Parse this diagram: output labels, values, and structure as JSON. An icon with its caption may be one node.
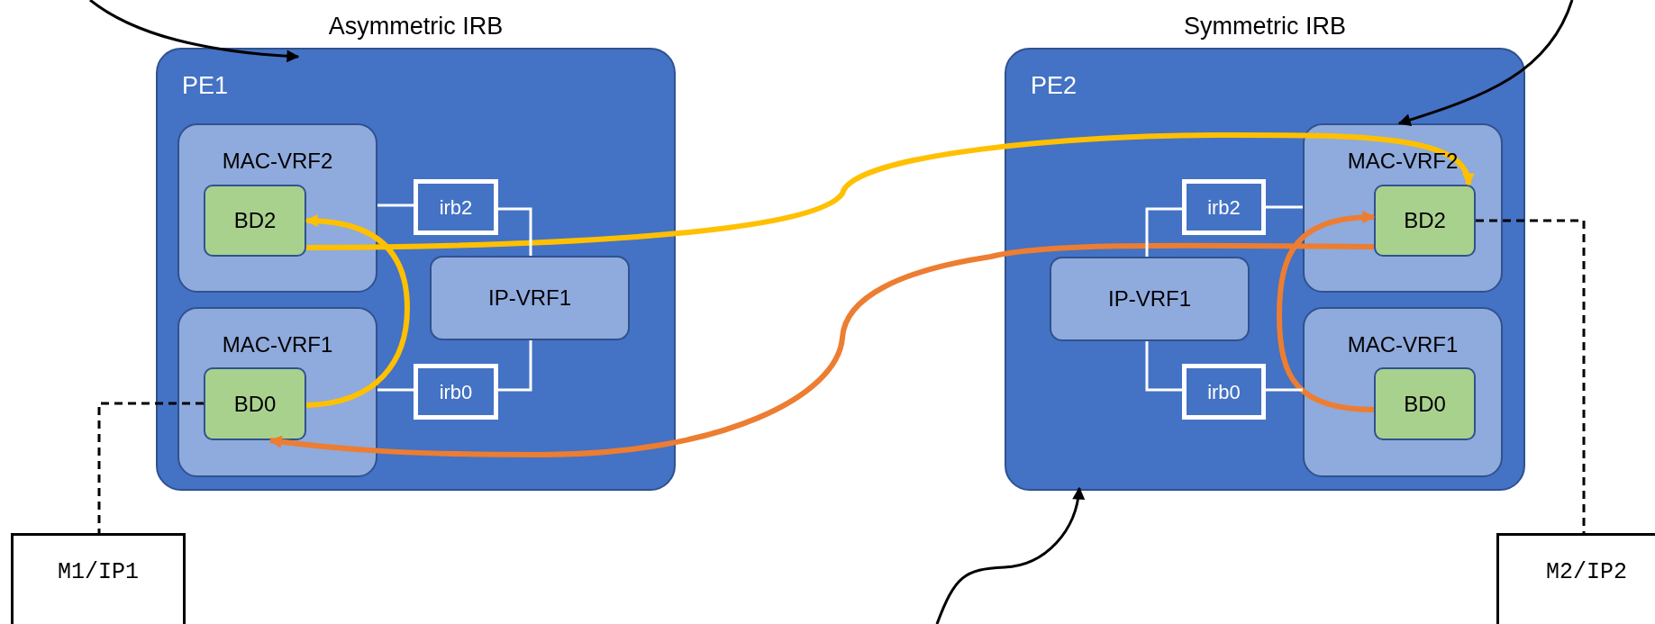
{
  "diagram": {
    "nodes": [
      {
        "text": [
          "Asymmetric IRB",
          "PE1"
        ]
      },
      {
        "text": [
          "MAC-VRF2"
        ],
        "in": 0
      },
      {
        "text": [
          "BD2"
        ],
        "in": 1
      },
      {
        "text": [
          "MAC-VRF1"
        ],
        "in": 0
      },
      {
        "text": [
          "BD0"
        ],
        "in": 3
      },
      {
        "text": [
          "irb2"
        ],
        "in": 0
      },
      {
        "text": [
          "IP-VRF1"
        ],
        "in": 0
      },
      {
        "text": [
          "irb0"
        ],
        "in": 0
      },
      {
        "text": [
          "Symmetric IRB",
          "PE2"
        ]
      },
      {
        "text": [
          "irb2"
        ],
        "in": 8
      },
      {
        "text": [
          "MAC-VRF2"
        ],
        "in": 8
      },
      {
        "text": [
          "BD2"
        ],
        "in": 10
      },
      {
        "text": [
          "IP-VRF1"
        ],
        "in": 8
      },
      {
        "text": [
          "irb0"
        ],
        "in": 8
      },
      {
        "text": [
          "MAC-VRF1"
        ],
        "in": 8
      },
      {
        "text": [
          "BD0"
        ],
        "in": 14
      },
      {
        "text": [
          "M1/IP1"
        ]
      },
      {
        "text": [
          "M2/IP2"
        ]
      }
    ],
    "edges": [
      {
        "from": null,
        "to": 0,
        "arrow": "to",
        "color": "#000000"
      },
      {
        "from": null,
        "to": 10,
        "arrow": "to",
        "color": "#000000"
      },
      {
        "from": null,
        "to": 8,
        "arrow": "to",
        "color": "#000000"
      },
      {
        "from": 4,
        "to": 16,
        "arrow": "none",
        "style": "dashed",
        "color": "#000000"
      },
      {
        "from": 11,
        "to": 17,
        "arrow": "none",
        "style": "dashed",
        "color": "#000000"
      },
      {
        "from": 4,
        "to": 2,
        "arrow": "to",
        "style": "thick",
        "color": "#ffc000"
      },
      {
        "from": 2,
        "to": 11,
        "arrow": "to",
        "style": "thick",
        "color": "#ffc000"
      },
      {
        "from": 15,
        "to": 11,
        "arrow": "to",
        "style": "thick",
        "color": "#ed7d31"
      },
      {
        "from": 11,
        "to": 4,
        "arrow": "to",
        "style": "thick",
        "color": "#ed7d31"
      },
      {
        "from": 1,
        "to": 5,
        "arrow": "none"
      },
      {
        "from": 5,
        "to": 6,
        "arrow": "none"
      },
      {
        "from": 3,
        "to": 7,
        "arrow": "none"
      },
      {
        "from": 7,
        "to": 6,
        "arrow": "none"
      },
      {
        "from": 10,
        "to": 9,
        "arrow": "none"
      },
      {
        "from": 9,
        "to": 12,
        "arrow": "none"
      },
      {
        "from": 14,
        "to": 13,
        "arrow": "none"
      },
      {
        "from": 13,
        "to": 12,
        "arrow": "none"
      }
    ]
  }
}
